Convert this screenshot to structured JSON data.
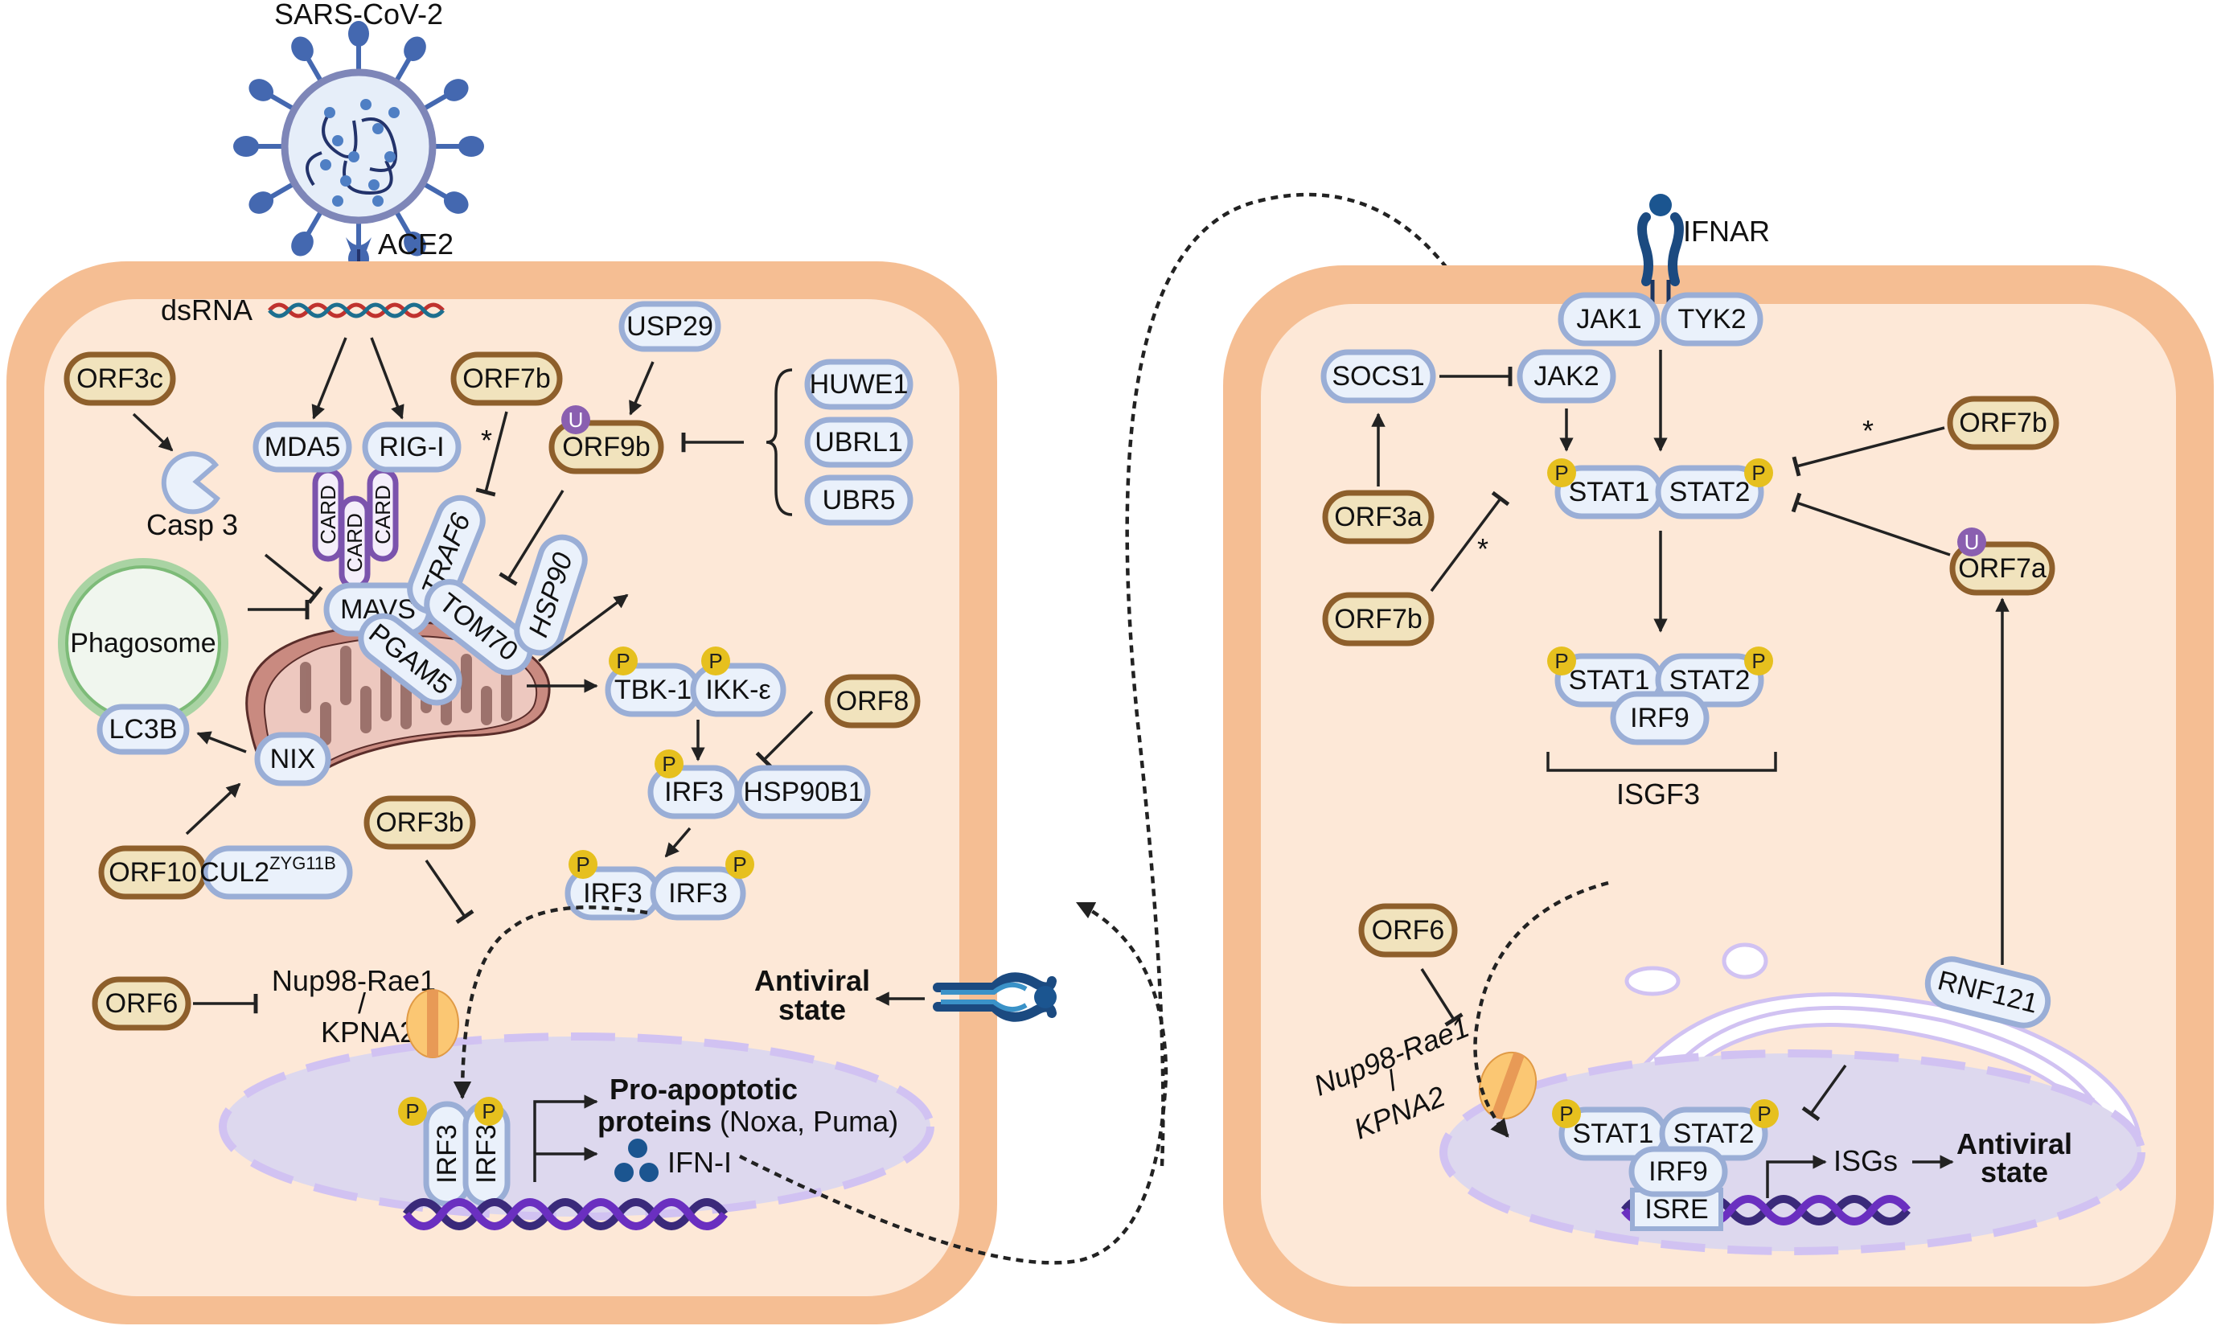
{
  "title": "SARS-CoV-2 evasion of innate immune signaling",
  "colors": {
    "membrane": "#f5be93",
    "cytoplasm": "#fde8d7",
    "host_fill": "#eaf1fb",
    "host_stroke": "#9aaed6",
    "viral_fill": "#f1e3bd",
    "viral_stroke": "#8e5f2b",
    "phospho": "#e6c01e",
    "ubiquitin": "#8a5fb0",
    "nucleus": "#ddd8ee",
    "mitochondria": "#c98a80"
  },
  "virus": {
    "label": "SARS-CoV-2",
    "receptor": "ACE2",
    "rna": "dsRNA"
  },
  "left_cell": {
    "sensors": [
      "MDA5",
      "RIG-I"
    ],
    "card": "CARD",
    "mavs_complex": [
      "MAVS",
      "TRAF6",
      "TOM70",
      "HSP90",
      "PGAM5"
    ],
    "casp3": "Casp 3",
    "phagosome": "Phagosome",
    "lc3b": "LC3B",
    "nix": "NIX",
    "usp29": "USP29",
    "ubiquitin": "U",
    "phospho": "P",
    "e3_ligases": [
      "HUWE1",
      "UBRL1",
      "UBR5"
    ],
    "kinases": [
      "TBK-1",
      "IKK-ε"
    ],
    "irf3": "IRF3",
    "hsp90b1": "HSP90B1",
    "cul2_base": "CUL2",
    "cul2_sup": "ZYG11B",
    "nup": "Nup98-Rae1",
    "slash": "/",
    "kpna2": "KPNA2",
    "antiviral": [
      "Antiviral",
      "state"
    ],
    "pro_apoptotic_bold1": "Pro-apoptotic",
    "pro_apoptotic_bold2": "proteins",
    "pro_apoptotic_rest": " (Noxa, Puma)",
    "ifn": "IFN-I",
    "star": "*",
    "viral": {
      "orf3c": "ORF3c",
      "orf7b": "ORF7b",
      "orf9b": "ORF9b",
      "orf8": "ORF8",
      "orf3b": "ORF3b",
      "orf10": "ORF10",
      "orf6": "ORF6"
    }
  },
  "right_cell": {
    "receptor": "IFNAR",
    "jak1": "JAK1",
    "tyk2": "TYK2",
    "socs1": "SOCS1",
    "jak2": "JAK2",
    "stat1": "STAT1",
    "stat2": "STAT2",
    "irf9": "IRF9",
    "isgf3": "ISGF3",
    "isre": "ISRE",
    "isgs": "ISGs",
    "antiviral": [
      "Antiviral",
      "state"
    ],
    "rnf121": "RNF121",
    "nup": "Nup98-Rae1",
    "slash": "/",
    "kpna2": "KPNA2",
    "star": "*",
    "viral": {
      "orf3a": "ORF3a",
      "orf7b_top": "ORF7b",
      "orf7b_left": "ORF7b",
      "orf7a": "ORF7a",
      "orf6": "ORF6"
    }
  }
}
